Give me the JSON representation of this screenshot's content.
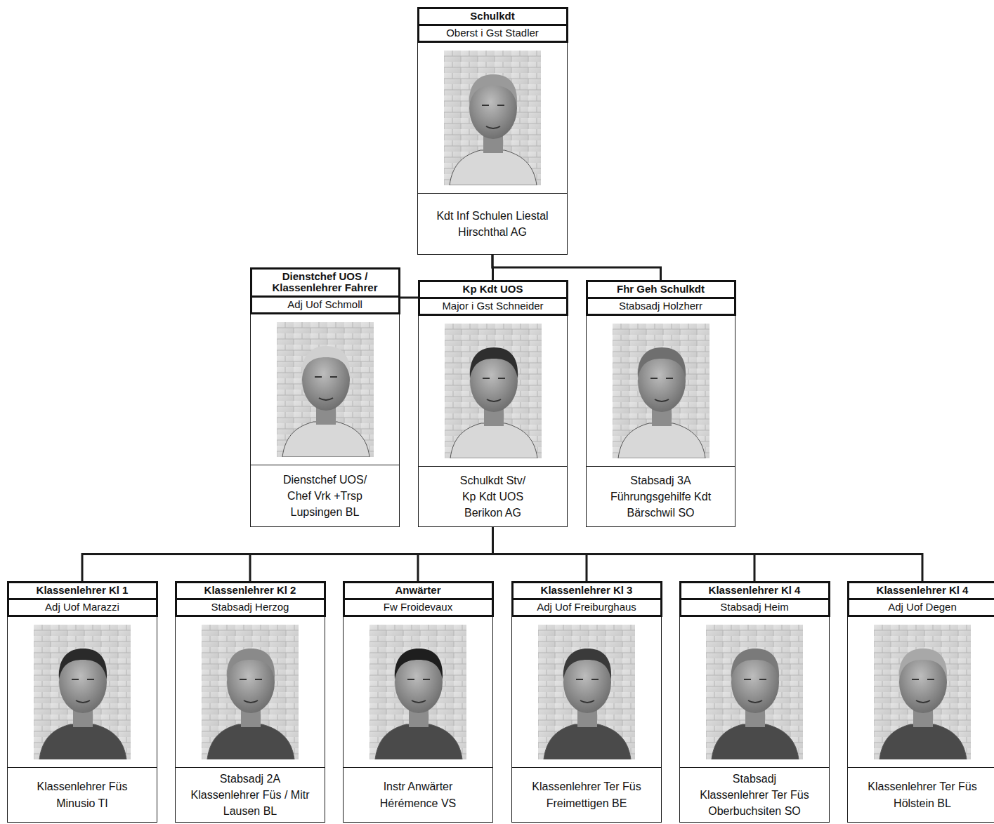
{
  "diagram": {
    "nodes": [
      {
        "text": [
          "Schulkdt",
          "Oberst i Gst Stadler",
          "Kdt Inf Schulen Liestal Hirschthal AG"
        ]
      },
      {
        "text": [
          "Dienstchef UOS / Klassenlehrer Fahrer",
          "Adj Uof Schmoll",
          "Dienstchef UOS/ Chef Vrk +Trsp Lupsingen BL"
        ]
      },
      {
        "text": [
          "Kp Kdt UOS",
          "Major i Gst Schneider",
          "Schulkdt Stv/ Kp Kdt UOS Berikon AG"
        ]
      },
      {
        "text": [
          "Fhr Geh Schulkdt",
          "Stabsadj Holzherr",
          "Stabsadj 3A Führungsgehilfe Kdt Bärschwil SO"
        ]
      },
      {
        "text": [
          "Klassenlehrer Kl 1",
          "Adj Uof Marazzi",
          "Klassenlehrer Füs Minusio TI"
        ]
      },
      {
        "text": [
          "Klassenlehrer Kl 2",
          "Stabsadj Herzog",
          "Stabsadj 2A Klassenlehrer Füs / Mitr Lausen BL"
        ]
      },
      {
        "text": [
          "Anwärter",
          "Fw Froidevaux",
          "Instr Anwärter Hérémence VS"
        ]
      },
      {
        "text": [
          "Klassenlehrer Kl 3",
          "Adj Uof Freiburghaus",
          "Klassenlehrer Ter Füs Freimettigen BE"
        ]
      },
      {
        "text": [
          "Klassenlehrer Kl 4",
          "Stabsadj Heim",
          "Stabsadj Klassenlehrer Ter Füs Oberbuchsiten SO"
        ]
      },
      {
        "text": [
          "Klassenlehrer Kl 4",
          "Adj Uof Degen",
          "Klassenlehrer Ter Füs Hölstein BL"
        ]
      }
    ],
    "edges": [
      {
        "from": 0,
        "to": 2,
        "arrow": "none"
      },
      {
        "from": 0,
        "to": 3,
        "arrow": "none"
      },
      {
        "from": 1,
        "to": 2,
        "arrow": "none"
      },
      {
        "from": 2,
        "to": 4,
        "arrow": "none"
      },
      {
        "from": 2,
        "to": 5,
        "arrow": "none"
      },
      {
        "from": 2,
        "to": 6,
        "arrow": "none"
      },
      {
        "from": 2,
        "to": 7,
        "arrow": "none"
      },
      {
        "from": 2,
        "to": 8,
        "arrow": "none"
      },
      {
        "from": 2,
        "to": 9,
        "arrow": "none"
      }
    ]
  }
}
